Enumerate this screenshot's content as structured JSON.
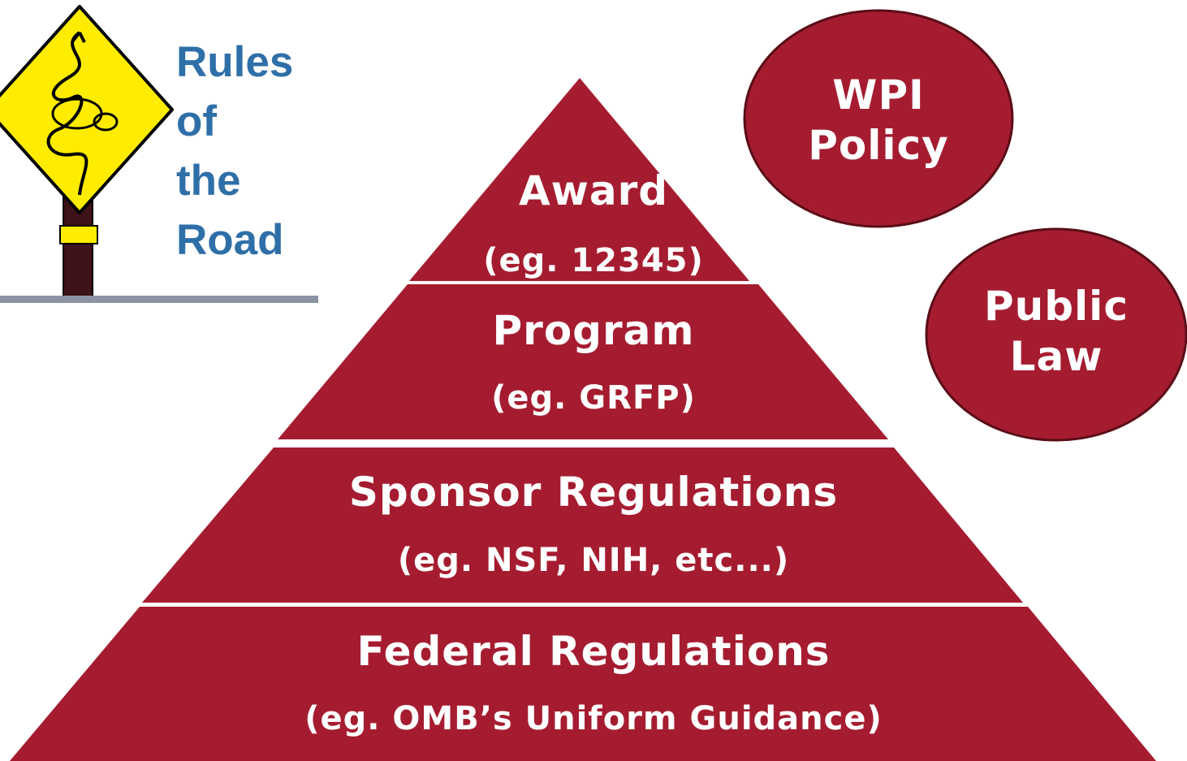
{
  "logo": {
    "words": [
      "Rules",
      "of",
      "the",
      "Road"
    ]
  },
  "pyramid": {
    "tiers": [
      {
        "title": "Award",
        "example": "(eg. 12345)"
      },
      {
        "title": "Program",
        "example": "(eg. GRFP)"
      },
      {
        "title": "Sponsor Regulations",
        "example": "(eg. NSF, NIH, etc...)"
      },
      {
        "title": "Federal Regulations",
        "example": "(eg. OMB’s Uniform Guidance)"
      }
    ]
  },
  "circles": [
    {
      "line1": "WPI",
      "line2": "Policy"
    },
    {
      "line1": "Public",
      "line2": "Law"
    }
  ],
  "colors": {
    "tier_fill": "#a51c30",
    "logo_text": "#2f6fa8",
    "sign_yellow": "#ffec00"
  }
}
